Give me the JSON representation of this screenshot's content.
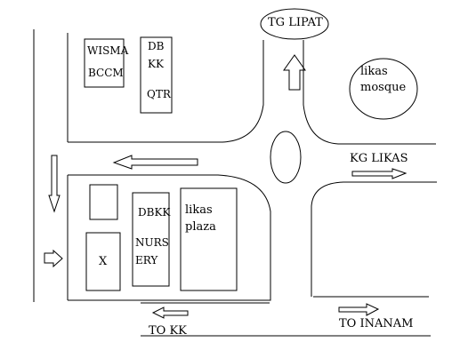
{
  "map": {
    "destinations": {
      "north": "TG LIPAT",
      "east": "KG LIKAS",
      "south_west": "TO KK",
      "south_east": "TO INANAM"
    },
    "landmarks": {
      "wisma_line1": "WISMA",
      "wisma_line2": "BCCM",
      "dbkk_qtr_line1": "DB",
      "dbkk_qtr_line2": "KK",
      "dbkk_qtr_line3": "QTR",
      "mosque_line1": "likas",
      "mosque_line2": "mosque",
      "nursery_line1": "DBKK",
      "nursery_line2": "NURS",
      "nursery_line3": "ERY",
      "plaza_line1": "likas",
      "plaza_line2": "plaza",
      "x_marker": "X"
    },
    "colors": {
      "ink": "#000000",
      "background": "#ffffff"
    }
  }
}
